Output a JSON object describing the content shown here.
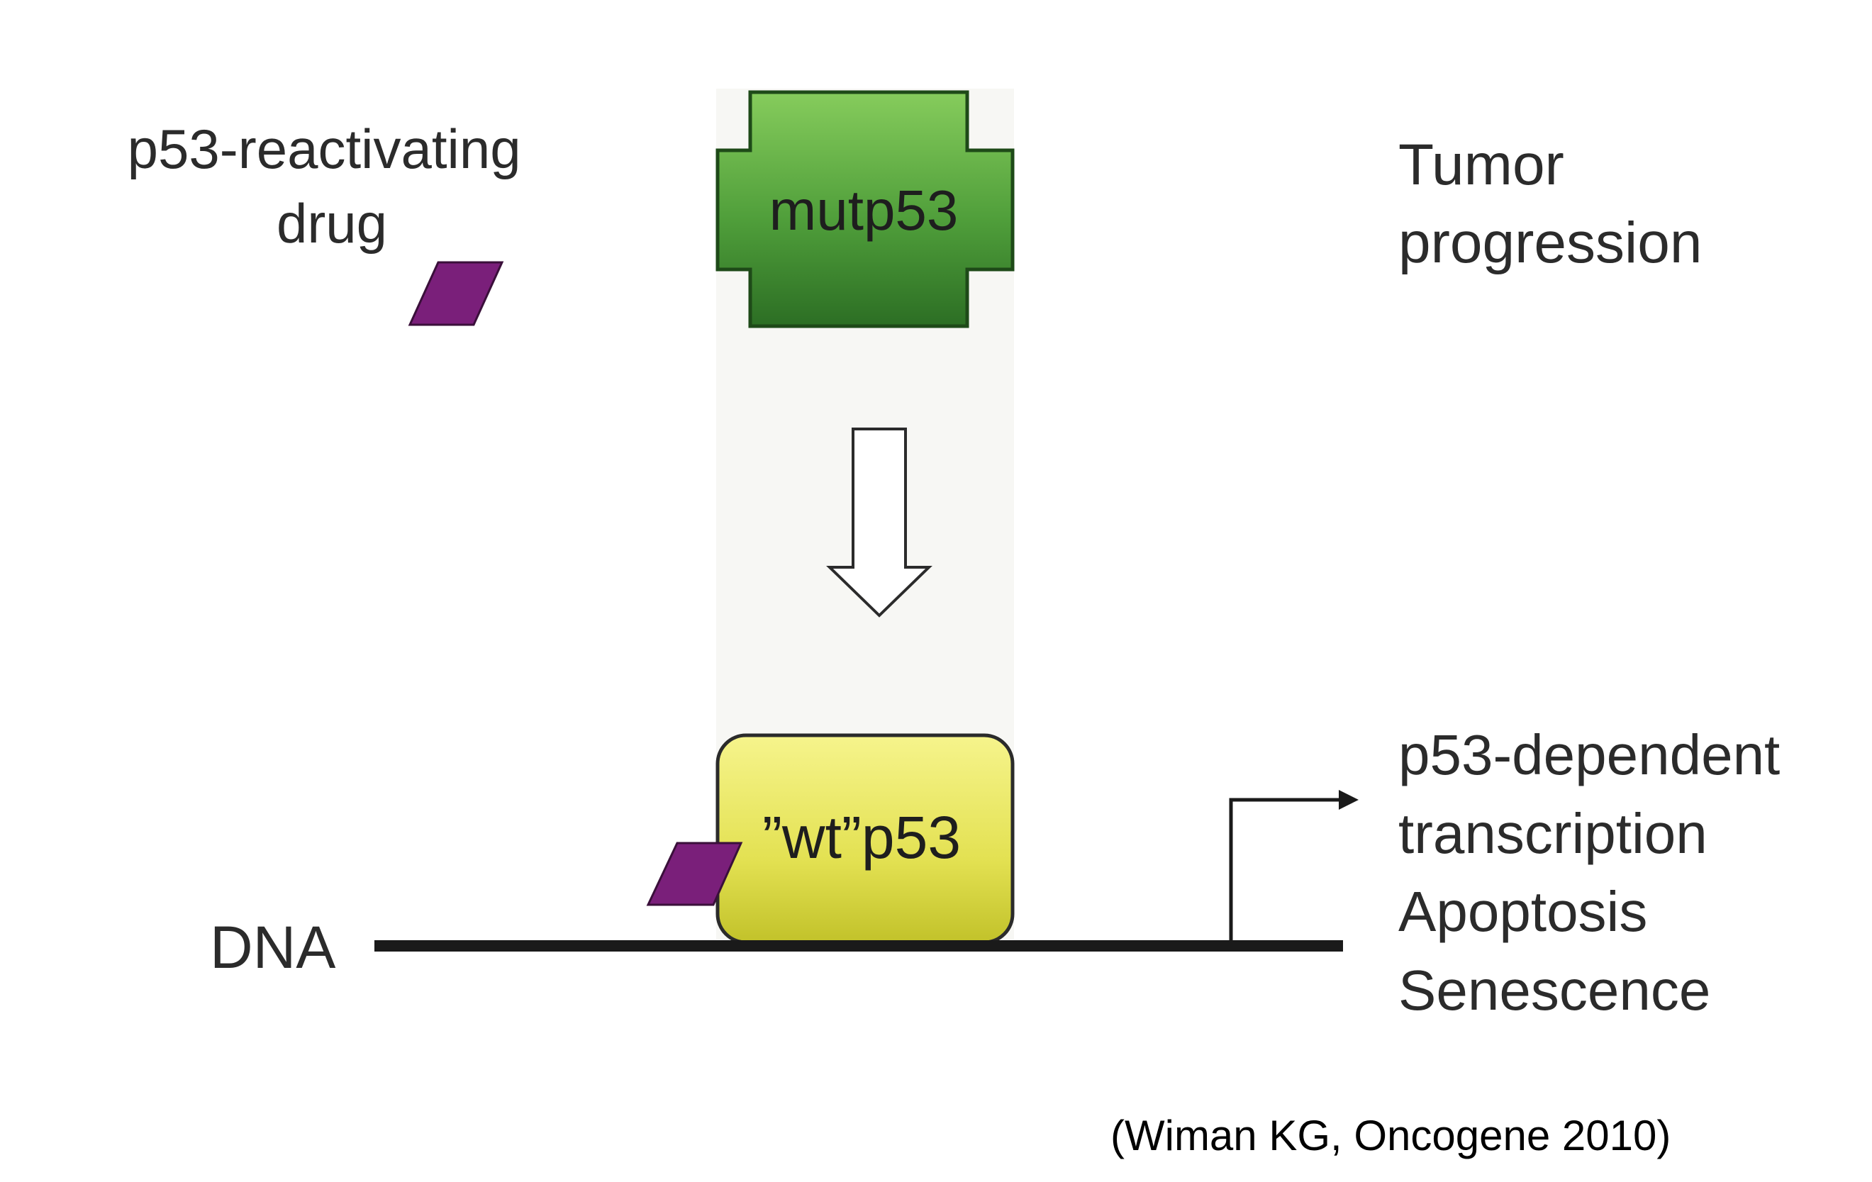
{
  "labels": {
    "drug": [
      "p53-reactivating",
      "drug"
    ],
    "mutant": "mutp53",
    "outcome_top": [
      "Tumor",
      "progression"
    ],
    "wildtype": "”wt”p53",
    "dna": "DNA",
    "outcome_bottom": [
      "p53-dependent",
      "transcription",
      "Apoptosis",
      "Senescence"
    ]
  },
  "citation": "(Wiman KG, Oncogene 2010)",
  "colors": {
    "drug": "#7a1f7a",
    "mutant_light": "#7cc454",
    "mutant_dark": "#2f7a28",
    "wildtype_light": "#f4f27a",
    "wildtype_dark": "#c8c82c",
    "text": "#2b2b2b"
  }
}
